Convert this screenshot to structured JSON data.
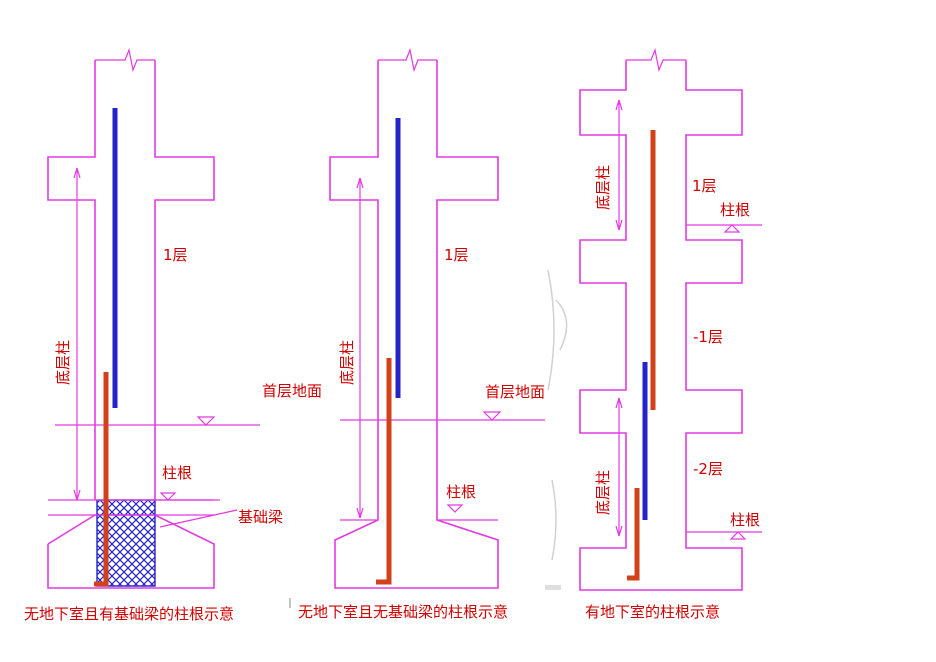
{
  "panels": [
    {
      "floor_label": "1层",
      "column_label": "底层柱",
      "ground_label": "首层地面",
      "root_label": "柱根",
      "beam_label": "基础梁",
      "caption": "无地下室且有基础梁的柱根示意"
    },
    {
      "floor_label": "1层",
      "column_label": "底层柱",
      "ground_label": "首层地面",
      "root_label": "柱根",
      "caption": "无地下室且无基础梁的柱根示意"
    },
    {
      "floor1_label": "1层",
      "root_label_top": "柱根",
      "column_label_top": "底层柱",
      "floor_b1_label": "-1层",
      "column_label_bottom": "底层柱",
      "floor_b2_label": "-2层",
      "root_label_bottom": "柱根",
      "caption": "有地下室的柱根示意"
    }
  ],
  "colors": {
    "outline": "#e23ae2",
    "label": "#d10000",
    "red_bar": "#d2421a",
    "blue_bar": "#2323c8"
  }
}
